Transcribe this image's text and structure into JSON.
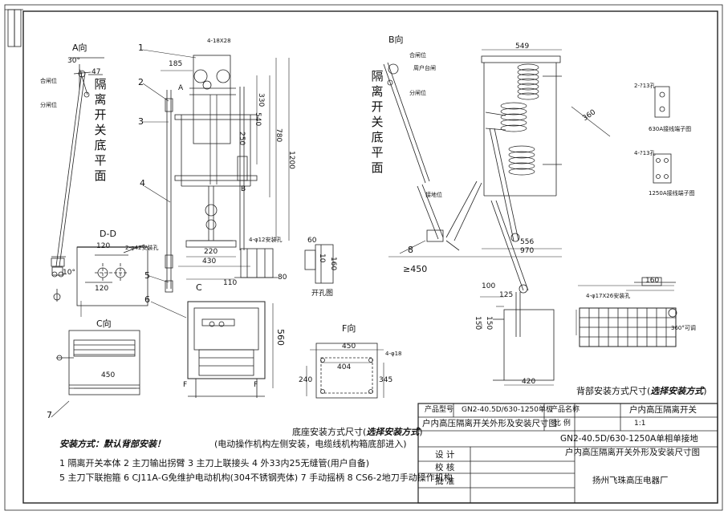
{
  "drawing": {
    "view_a": "A向",
    "view_b": "B向",
    "view_c": "C向",
    "view_f": "F向",
    "section_dd": "D-D",
    "dim_angle_30": "30°",
    "dim_47": "47",
    "dim_10deg": "10°",
    "vertical_note_left": [
      "隔",
      "离",
      "开",
      "关",
      "底",
      "平",
      "面"
    ],
    "vertical_note_right": [
      "隔",
      "离",
      "开",
      "关",
      "底",
      "平",
      "面"
    ],
    "he_zha_wei": "合闸位",
    "fen_zha_wei": "分闸位",
    "part_numbers": [
      "1",
      "2",
      "3",
      "4",
      "5",
      "6",
      "7",
      "8"
    ],
    "letter_a": "A",
    "letter_b": "B",
    "letter_c": "C",
    "letter_d": "D",
    "letter_f": "F",
    "dims_front": {
      "d_4_18x28": "4-18X28",
      "d_185": "185",
      "d_540": "540",
      "d_330": "330",
      "d_780": "780",
      "d_1200": "1200",
      "d_250": "250",
      "d_220": "220",
      "d_430": "430",
      "d_110": "110",
      "d_80": "80",
      "d_560": "560",
      "d_120a": "120",
      "d_120b": "120",
      "d_2phi42": "2-φ42安装孔",
      "d_4phi12": "4-φ12安装孔",
      "d_450": "450",
      "d_404": "404",
      "d_4phi18": "4-φ18",
      "d_240": "240",
      "d_345": "345",
      "d_60": "60",
      "d_10": "10",
      "d_160": "160"
    },
    "dims_right": {
      "d_549": "549",
      "d_2_13hole": "2-?13孔",
      "d_4_13hole": "4-?13孔",
      "d_630_label": "630A接线端子图",
      "d_1250_label": "1250A接线端子图",
      "d_360": "360",
      "d_556": "556",
      "d_970": "970",
      "d_450": "≥450",
      "d_100": "100",
      "d_125": "125",
      "d_160": "160",
      "d_150a": "150",
      "d_150b": "150",
      "d_420": "420",
      "d_4phi17": "4-φ17X26安装孔",
      "d_360deg": "360°可调",
      "open_label": "开孔图",
      "jiedi_wei": "接地位",
      "fenzha_wei": "周户台闸"
    },
    "mount_back_caption": "背部安装方式尺寸(",
    "mount_back_caption_em": "选择安装方式",
    "mount_back_caption_end": ")",
    "mount_base_caption": "底座安装方式尺寸(",
    "mount_base_caption_em": "选择安装方式",
    "mount_base_caption_end": ")",
    "mount_base_sub": "(电动操作机构左侧安装，电缆线机构箱底部进入)",
    "install_heading": "安装方式：默认背部安装！",
    "legend_line1": "1   隔离开关本体 2 主刀输出拐臂 3 主刀上联接头 4   外33内25无缝管(用户自备)",
    "legend_line2": "5   主刀下联抱箍 6 CJ11A-G免维护电动机构(304不锈钢壳体) 7 手动摇柄 8 CS6-2地刀手动操作机构"
  },
  "title_block": {
    "product_model_label": "产品型号",
    "product_model_value": "GN2-40.5D/630-1250单极",
    "product_name_label": "产品名称",
    "product_name_value": "户内高压隔离开关",
    "drawing_title": "户内高压隔离开关外形及安装尺寸图",
    "scale_label": "比   例",
    "scale_value": "1:1",
    "desc_line1": "GN2-40.5D/630-1250A单相单接地",
    "desc_line2": "户内高压隔离开关外形及安装尺寸图",
    "design_label": "设   计",
    "check_label": "校   核",
    "approve_label": "批   准",
    "company": "扬州飞珠高压电器厂"
  }
}
